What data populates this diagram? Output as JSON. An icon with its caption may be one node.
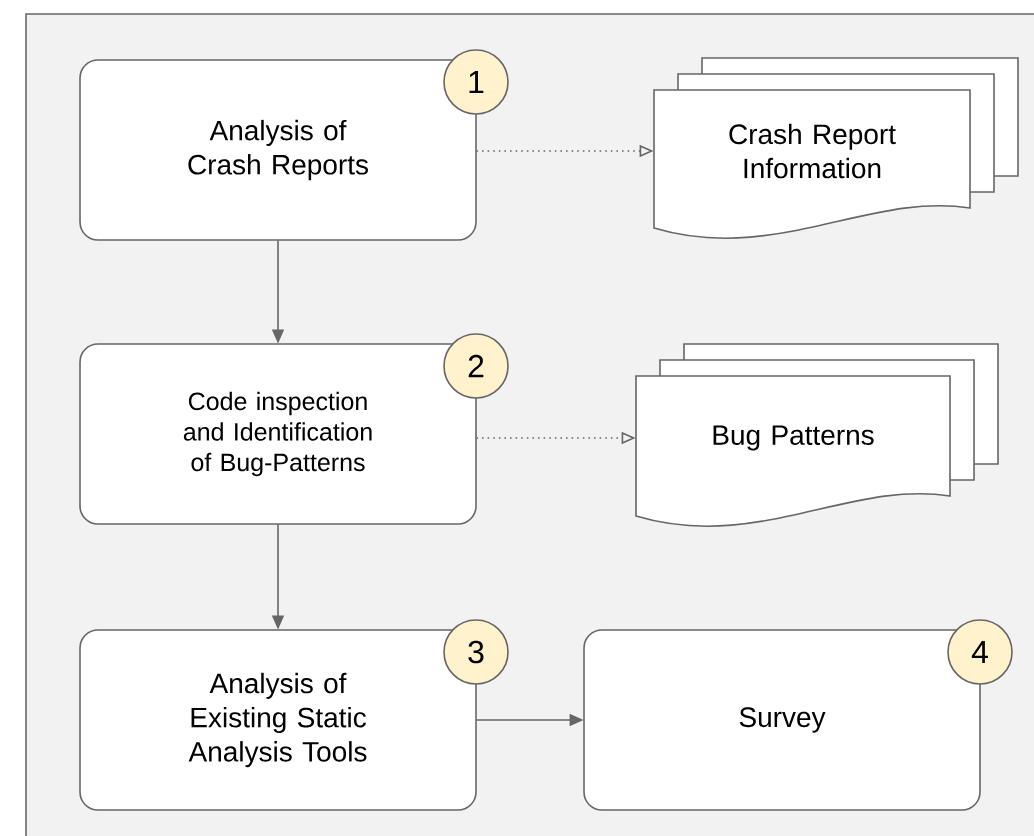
{
  "diagram": {
    "nodes": [
      {
        "text": [
          "Analysis of Crash Reports"
        ]
      },
      {
        "text": [
          "1"
        ]
      },
      {
        "text": [
          "Crash Report Information"
        ]
      },
      {
        "text": [
          "Code inspection and Identification of Bug-Patterns"
        ]
      },
      {
        "text": [
          "2"
        ]
      },
      {
        "text": [
          "Bug Patterns"
        ]
      },
      {
        "text": [
          "Analysis of Existing Static Analysis Tools"
        ]
      },
      {
        "text": [
          "3"
        ]
      },
      {
        "text": [
          "Survey"
        ]
      },
      {
        "text": [
          "4"
        ]
      }
    ],
    "edges": [
      {
        "from": 0,
        "to": 2,
        "arrow": "to",
        "style": "dashed"
      },
      {
        "from": 0,
        "to": 3,
        "arrow": "to"
      },
      {
        "from": 3,
        "to": 5,
        "arrow": "to",
        "style": "dashed"
      },
      {
        "from": 3,
        "to": 6,
        "arrow": "to"
      },
      {
        "from": 6,
        "to": 8,
        "arrow": "to"
      }
    ]
  }
}
